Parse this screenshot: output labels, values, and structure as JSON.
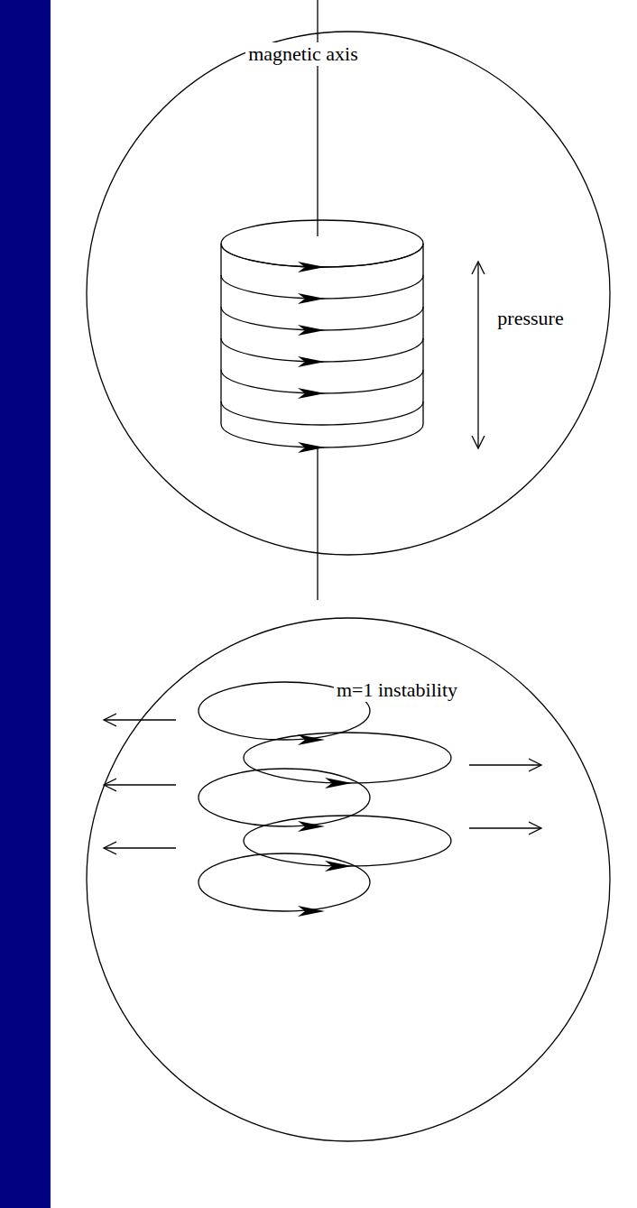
{
  "diagram": {
    "labels": [
      "magnetic axis",
      "pressure",
      "m=1 instability"
    ]
  }
}
